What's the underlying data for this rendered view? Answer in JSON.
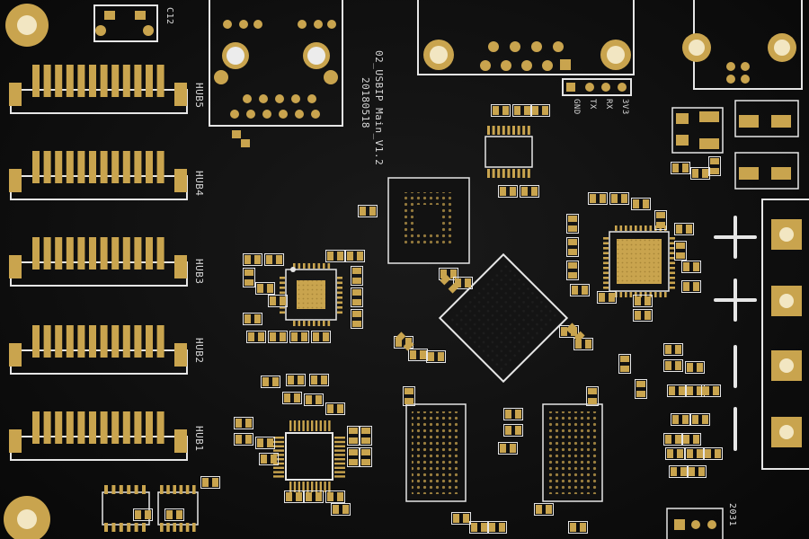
{
  "board": {
    "colors": {
      "solder_mask": "#0f0f0f",
      "copper_gold": "#c9a44e",
      "silkscreen": "#e6e6e6"
    },
    "labels": {
      "hub5": "HUB5",
      "hub4": "HUB4",
      "hub3": "HUB3",
      "hub2": "HUB2",
      "hub1": "HUB1",
      "project_name": "02_USBIP Main_V1.2",
      "date_code": "20180518",
      "pin_gnd": "GND",
      "pin_tx": "TX",
      "pin_rx": "RX",
      "pin_3v3": "3V3",
      "ref_c12": "C12",
      "ref_2031": "2031"
    },
    "connector_count": 5
  }
}
